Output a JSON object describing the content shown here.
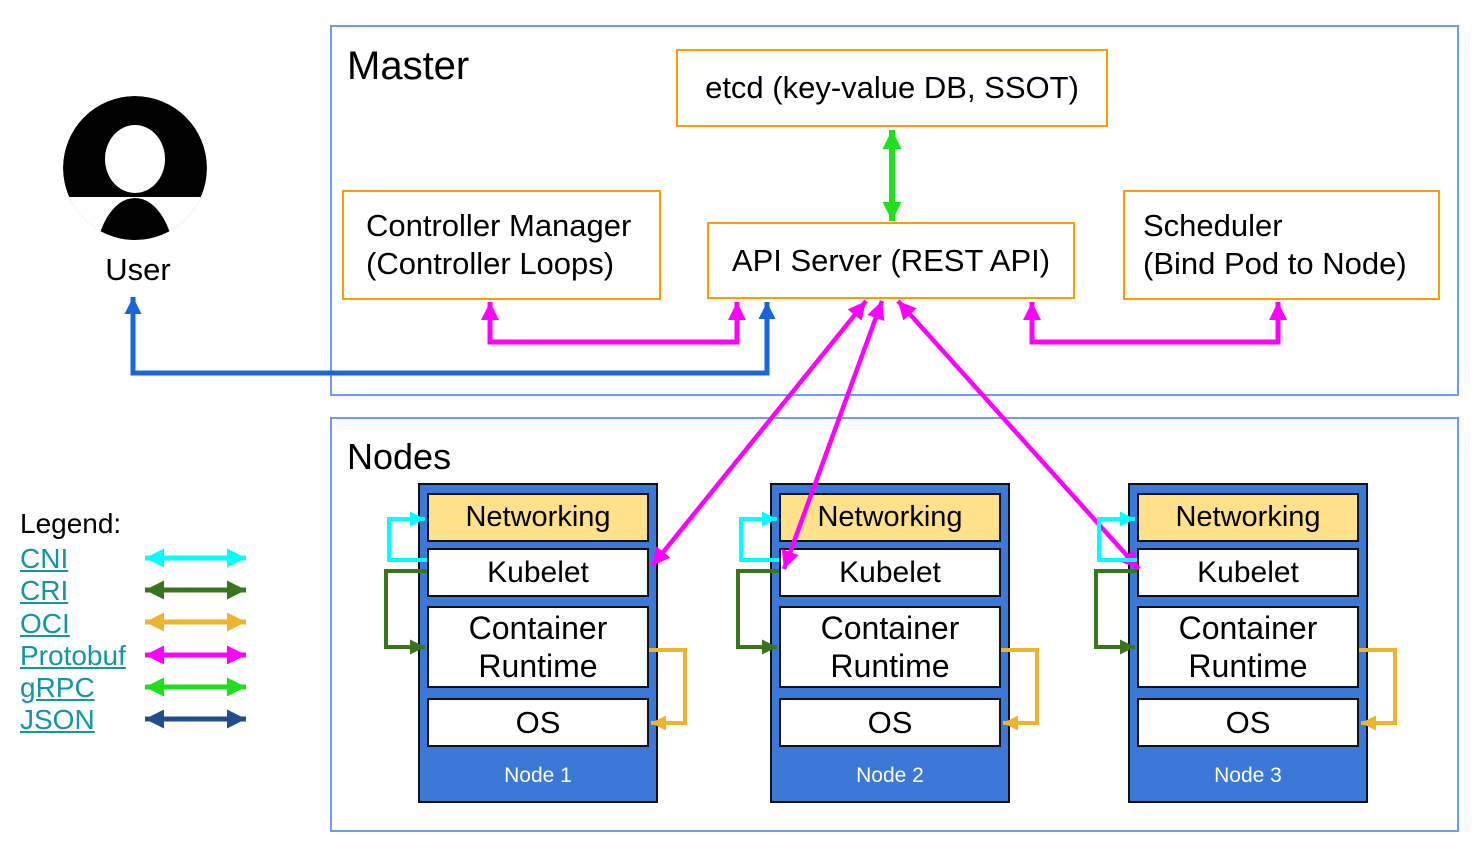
{
  "master": {
    "label": "Master",
    "etcd": "etcd (key-value DB, SSOT)",
    "api_server": "API Server (REST API)",
    "controller_manager_line1": "Controller Manager",
    "controller_manager_line2": "(Controller Loops)",
    "scheduler_line1": "Scheduler",
    "scheduler_line2": "(Bind Pod to Node)"
  },
  "user": {
    "label": "User"
  },
  "nodes_section": {
    "label": "Nodes",
    "nodes": [
      {
        "name": "Node 1",
        "layers": {
          "networking": "Networking",
          "kubelet": "Kubelet",
          "runtime": "Container Runtime",
          "os": "OS"
        }
      },
      {
        "name": "Node 2",
        "layers": {
          "networking": "Networking",
          "kubelet": "Kubelet",
          "runtime": "Container Runtime",
          "os": "OS"
        }
      },
      {
        "name": "Node 3",
        "layers": {
          "networking": "Networking",
          "kubelet": "Kubelet",
          "runtime": "Container Runtime",
          "os": "OS"
        }
      }
    ]
  },
  "legend": {
    "title": "Legend:",
    "items": [
      {
        "label": "CNI",
        "color": "#00ffff"
      },
      {
        "label": "CRI",
        "color": "#38761d"
      },
      {
        "label": "OCI",
        "color": "#edb42d"
      },
      {
        "label": "Protobuf",
        "color": "#ff00ff"
      },
      {
        "label": "gRPC",
        "color": "#1fe01f"
      },
      {
        "label": "JSON",
        "color": "#204e8d"
      }
    ]
  },
  "colors": {
    "frame_blue": "#6d9eeb",
    "box_border_orange": "#ff9d00",
    "node_fill": "#3c78d8",
    "networking_fill": "#ffe18c",
    "user_arrow": "#1a66d9",
    "protobuf": "#ff00ff",
    "grpc": "#1fe01f",
    "cni": "#00ffff",
    "cri": "#38761d",
    "oci": "#edb42d",
    "json": "#204e8d",
    "link_teal": "#1296a5"
  }
}
